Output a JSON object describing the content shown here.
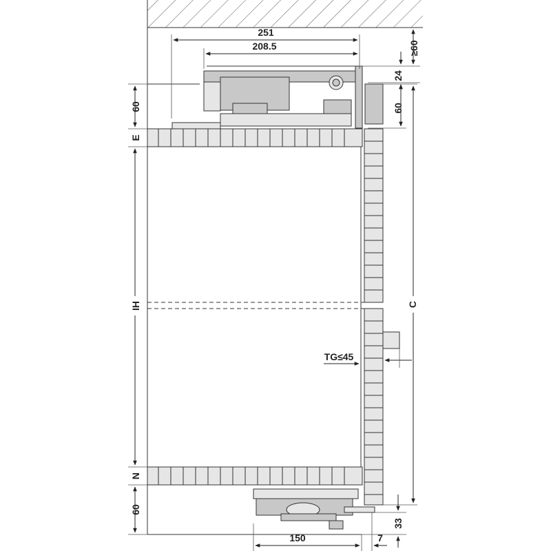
{
  "dimensions": {
    "top_outer": "251",
    "top_inner": "208.5",
    "right_min": "≥60",
    "right_24": "24",
    "right_60": "60",
    "left_top_60": "60",
    "left_E": "E",
    "left_IH": "IH",
    "left_N": "N",
    "left_bottom_60": "60",
    "right_C": "C",
    "gap_TG": "TG≤45",
    "right_33": "33",
    "bottom_150": "150",
    "bottom_7": "7"
  },
  "colors": {
    "line": "#222222",
    "part_fill": "#c8c8c8",
    "hatch": "#555555"
  }
}
